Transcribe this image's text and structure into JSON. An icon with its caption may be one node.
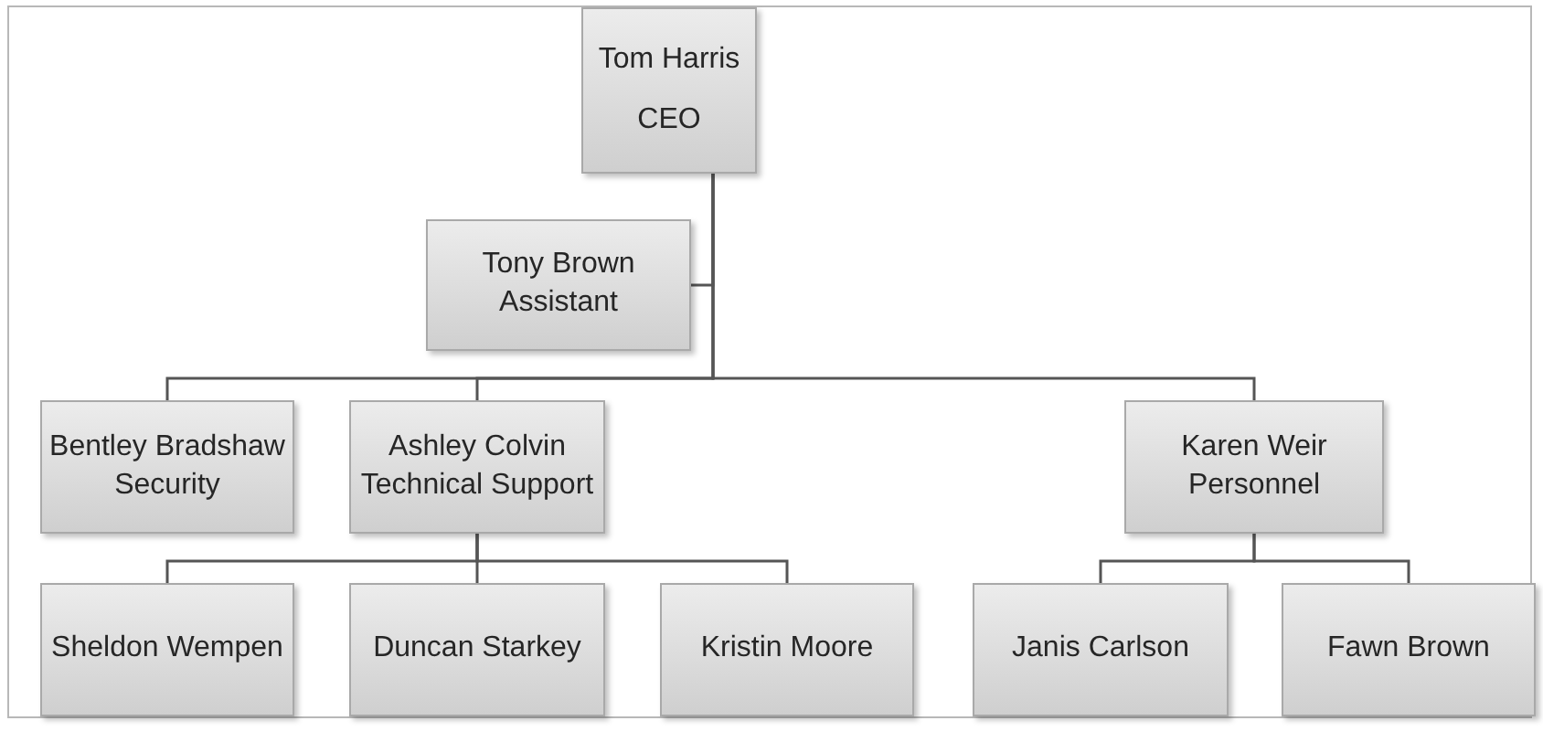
{
  "diagram": {
    "nodes": [
      {
        "text": [
          "Tom Harris",
          "CEO"
        ]
      },
      {
        "text": [
          "Tony Brown",
          "Assistant"
        ]
      },
      {
        "text": [
          "Bentley Bradshaw",
          "Security"
        ]
      },
      {
        "text": [
          "Ashley Colvin",
          "Technical Support"
        ]
      },
      {
        "text": [
          "Karen Weir",
          "Personnel"
        ]
      },
      {
        "text": [
          "Sheldon Wempen"
        ]
      },
      {
        "text": [
          "Duncan Starkey"
        ]
      },
      {
        "text": [
          "Kristin Moore"
        ]
      },
      {
        "text": [
          "Janis Carlson"
        ]
      },
      {
        "text": [
          "Fawn Brown"
        ]
      }
    ],
    "edges": [
      {
        "from": 0,
        "to": 1,
        "arrow": "none"
      },
      {
        "from": 0,
        "to": 2,
        "arrow": "none"
      },
      {
        "from": 0,
        "to": 3,
        "arrow": "none"
      },
      {
        "from": 0,
        "to": 4,
        "arrow": "none"
      },
      {
        "from": 3,
        "to": 5,
        "arrow": "none"
      },
      {
        "from": 3,
        "to": 6,
        "arrow": "none"
      },
      {
        "from": 3,
        "to": 7,
        "arrow": "none"
      },
      {
        "from": 4,
        "to": 8,
        "arrow": "none"
      },
      {
        "from": 4,
        "to": 9,
        "arrow": "none"
      }
    ]
  }
}
